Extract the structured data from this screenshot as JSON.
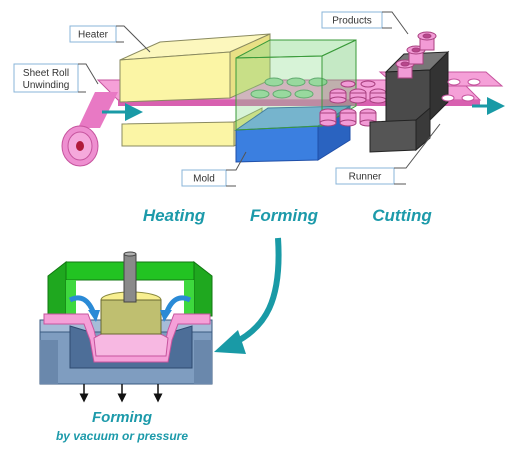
{
  "callouts": {
    "sheet_roll": [
      "Sheet Roll",
      "Unwinding"
    ],
    "heater": "Heater",
    "mold": "Mold",
    "products": "Products",
    "runner": "Runner"
  },
  "stages": {
    "heating": "Heating",
    "forming": "Forming",
    "cutting": "Cutting"
  },
  "detail": {
    "title": "Forming",
    "subtitle": "by vacuum or pressure"
  },
  "colors": {
    "sheet": "#f07ac8",
    "heater": "#fbf5a5",
    "mold": "#3b7fe0",
    "clamp": "#22c322",
    "cutter": "#555555",
    "stage_text": "#1c9aaa",
    "arrow": "#199aa6"
  }
}
